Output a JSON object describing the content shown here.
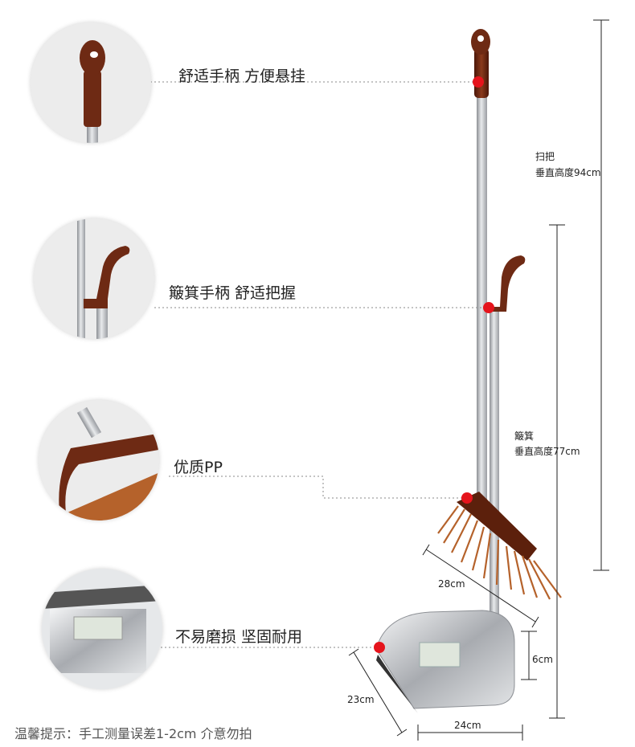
{
  "features": [
    {
      "label": "舒适手柄 方便悬挂"
    },
    {
      "label": "簸箕手柄 舒适把握"
    },
    {
      "label": "优质PP"
    },
    {
      "label": "不易磨损 坚固耐用"
    }
  ],
  "dimensions": {
    "broom_name": "扫把",
    "broom_height": "垂直高度94cm",
    "dustpan_name": "簸箕",
    "dustpan_height": "垂直高度77cm",
    "brush_width": "28cm",
    "pan_height": "6cm",
    "pan_depth": "23cm",
    "pan_width": "24cm"
  },
  "tip": "温馨提示：手工测量误差1-2cm 介意勿拍",
  "colors": {
    "handle_brown": "#6e2a14",
    "bristle": "#b5622b",
    "marker_red": "#e5141c",
    "steel": "#b9bcc0"
  }
}
